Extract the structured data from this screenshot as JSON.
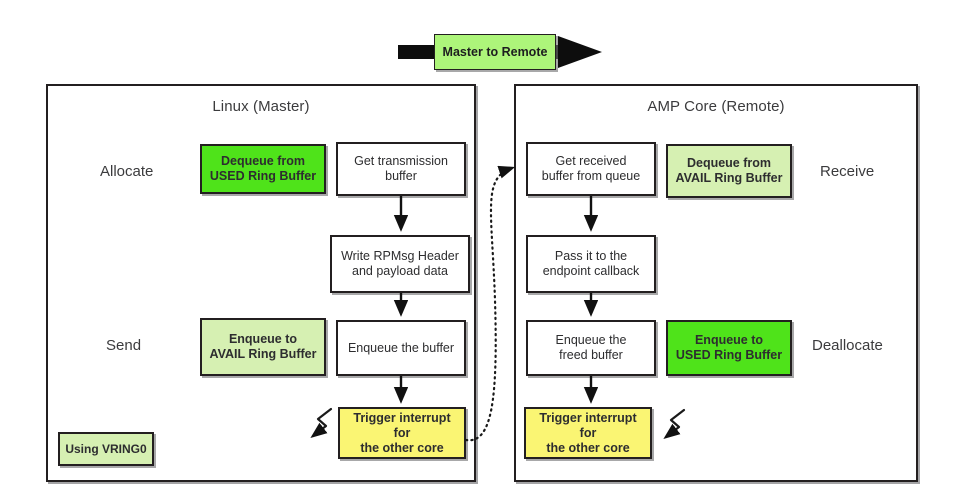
{
  "figure": {
    "top_banner": {
      "label": "Master to Remote",
      "arrow_direction": "right",
      "color": "#ADF57A"
    },
    "colors": {
      "green_dark": "#4FE31A",
      "green_soft": "#D6F0B2",
      "yellow": "#FAF573",
      "banner_green": "#ADF57A",
      "outline": "#231f20",
      "text": "#2d2d2f",
      "label_text": "#3b3b3d",
      "background": "#ffffff"
    },
    "panels": [
      {
        "id": "left",
        "title": "Linux (Master)",
        "row_labels": [
          {
            "text": "Allocate",
            "row": 1
          },
          {
            "text": "Send",
            "row": 3
          }
        ],
        "ring_column": [
          {
            "text": "Dequeue from\nUSED Ring Buffer",
            "style": "green-dark",
            "row": 1
          },
          {
            "text": "Enqueue to\nAVAIL Ring Buffer",
            "style": "green-soft",
            "row": 3
          }
        ],
        "flow_column": [
          {
            "text": "Get transmission\nbuffer",
            "style": "white",
            "row": 1
          },
          {
            "text": "Write RPMsg Header\nand payload data",
            "style": "white",
            "row": 2
          },
          {
            "text": "Enqueue the buffer",
            "style": "white",
            "row": 3
          },
          {
            "text": "Trigger interrupt for\nthe other core",
            "style": "yellow",
            "row": 4
          }
        ],
        "footer_note": {
          "text": "Using VRING0",
          "style": "green-soft"
        }
      },
      {
        "id": "right",
        "title": "AMP Core (Remote)",
        "row_labels": [
          {
            "text": "Receive",
            "row": 1
          },
          {
            "text": "Deallocate",
            "row": 3
          }
        ],
        "ring_column": [
          {
            "text": "Dequeue from\nAVAIL Ring Buffer",
            "style": "green-soft",
            "row": 1
          },
          {
            "text": "Enqueue to\nUSED Ring Buffer",
            "style": "green-dark",
            "row": 3
          }
        ],
        "flow_column": [
          {
            "text": "Get received\nbuffer from queue",
            "style": "white",
            "row": 1
          },
          {
            "text": "Pass it to the\nendpoint callback",
            "style": "white",
            "row": 2
          },
          {
            "text": "Enqueue the\nfreed buffer",
            "style": "white",
            "row": 3
          },
          {
            "text": "Trigger interrupt for\nthe other core",
            "style": "yellow",
            "row": 4
          }
        ],
        "footer_note": null
      }
    ],
    "connectors": {
      "interrupt_link": "dotted curve from left Trigger interrupt box to right Get received buffer box",
      "lightning_arrows": 2
    }
  }
}
